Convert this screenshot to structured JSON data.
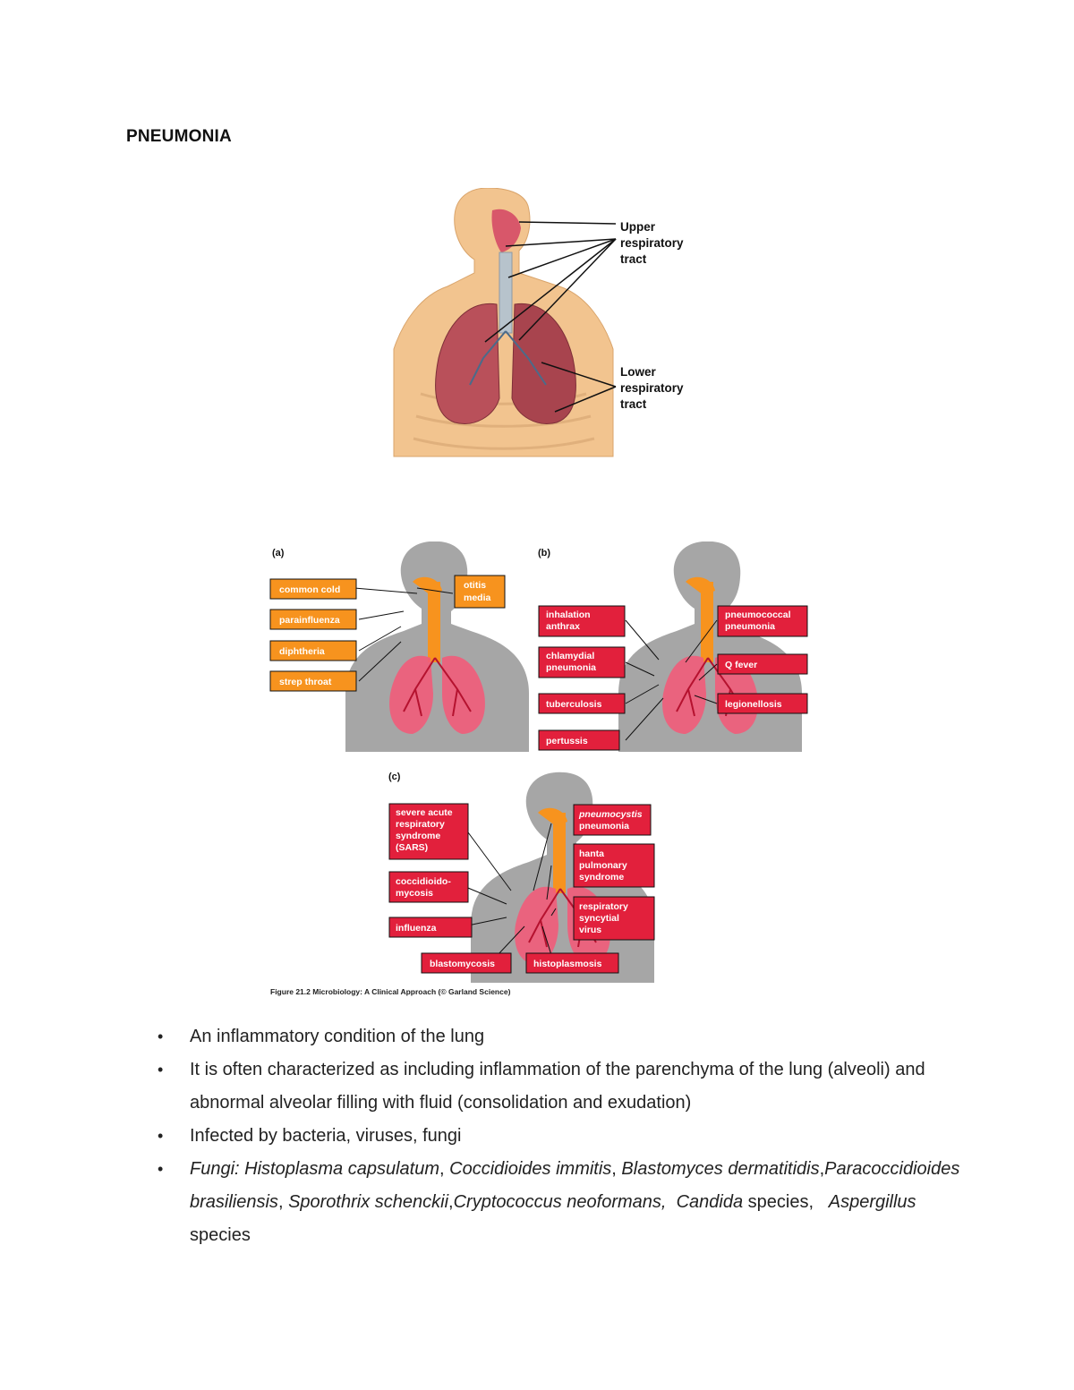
{
  "title": "PNEUMONIA",
  "figure1": {
    "labels": {
      "upper": [
        "Upper",
        "respiratory",
        "tract"
      ],
      "lower": [
        "Lower",
        "respiratory",
        "tract"
      ]
    }
  },
  "figure2": {
    "panel_a": {
      "letter": "(a)",
      "boxes": [
        "common cold",
        "parainfluenza",
        "diphtheria",
        "strep throat"
      ],
      "right_box": [
        "otitis",
        "media"
      ]
    },
    "panel_b": {
      "letter": "(b)",
      "left_boxes": [
        [
          "inhalation",
          "anthrax"
        ],
        [
          "chlamydial",
          "pneumonia"
        ],
        [
          "tuberculosis"
        ],
        [
          "pertussis"
        ]
      ],
      "right_boxes": [
        [
          "pneumococcal",
          "pneumonia"
        ],
        [
          "Q fever"
        ],
        [
          "legionellosis"
        ]
      ]
    },
    "panel_c": {
      "letter": "(c)",
      "left_boxes": [
        [
          "severe acute",
          "respiratory",
          "syndrome",
          "(SARS)"
        ],
        [
          "coccidioido-",
          "mycosis"
        ],
        [
          "influenza"
        ]
      ],
      "right_boxes": [
        [
          "pneumocystis",
          "pneumonia"
        ],
        [
          "hanta",
          "pulmonary",
          "syndrome"
        ],
        [
          "respiratory",
          "syncytial",
          "virus"
        ]
      ],
      "bottom_boxes": [
        "blastomycosis",
        "histoplasmosis"
      ]
    },
    "caption": "Figure 21.2 Microbiology: A Clinical Approach (© Garland Science)"
  },
  "bullets": {
    "b1": "An inflammatory condition of the lung",
    "b2": "It is often characterized as including inflammation of the parenchyma of the lung (alveoli) and abnormal alveolar filling with fluid (consolidation and exudation)",
    "b3": "Infected by bacteria, viruses, fungi",
    "b4": {
      "p1": "Fungi: Histoplasma capsulatum",
      "s1": ", ",
      "p2": "Coccidioides immitis",
      "s2": ", ",
      "p3": "Blastomyces dermatitidis",
      "s3": ",",
      "p4": "Paracoccidioides brasiliensis",
      "s4": ", ",
      "p5": "Sporothrix schenckii",
      "s5": ",",
      "p6": "Cryptococcus neoformans,",
      "s6": "  ",
      "p7": "Candida",
      "s7": " species,   ",
      "p8": "Aspergillus",
      "s8": " species"
    }
  },
  "colors": {
    "orange_label": "#f7931e",
    "red_label": "#e2203c",
    "body_gray": "#a6a6a6",
    "skin": "#f2c48f",
    "lung": "#b9505a"
  }
}
